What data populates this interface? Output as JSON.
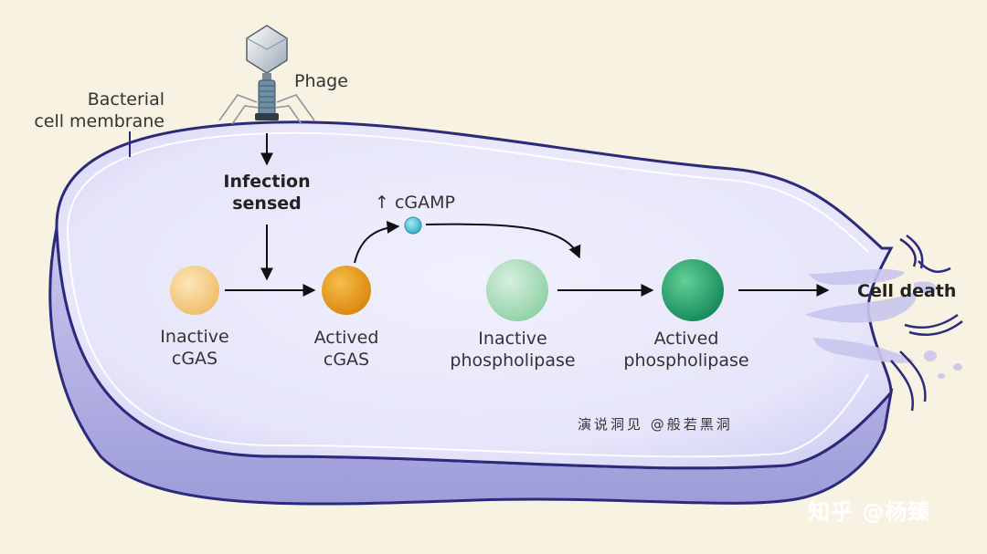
{
  "labels": {
    "membrane_line1": "Bacterial",
    "membrane_line2": "cell membrane",
    "phage": "Phage",
    "infection_line1": "Infection",
    "infection_line2": "sensed",
    "cgamp": "↑ cGAMP",
    "inactive_cgas_line1": "Inactive",
    "inactive_cgas_line2": "cGAS",
    "actived_cgas_line1": "Actived",
    "actived_cgas_line2": "cGAS",
    "inactive_pl_line1": "Inactive",
    "inactive_pl_line2": "phospholipase",
    "actived_pl_line1": "Actived",
    "actived_pl_line2": "phospholipase",
    "cell_death": "Cell death"
  },
  "watermarks": {
    "inner": "演说洞见 @般若黑洞",
    "corner": "知乎 @杨臻"
  },
  "colors": {
    "background": "#f7f2e1",
    "cell_fill": "#e9e8fb",
    "membrane": "#2c2a7a",
    "inactive_cgas": "#f4cd87",
    "actived_cgas": "#e59a16",
    "cgamp": "#4ac1d8",
    "inactive_phospholipase": "#a9dcb8",
    "actived_phospholipase": "#2aa66a",
    "arrow": "#111111"
  }
}
